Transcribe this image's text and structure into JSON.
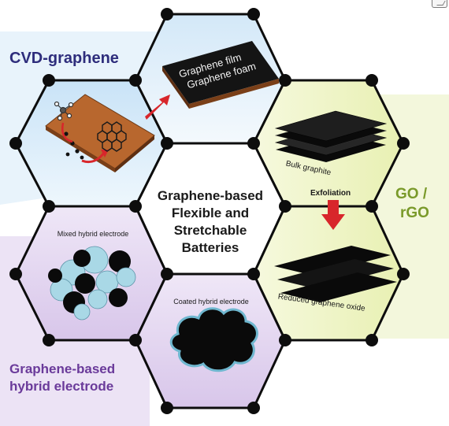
{
  "labels": {
    "cvd": "CVD-graphene",
    "go_line1": "GO /",
    "go_line2": "rGO",
    "hybrid_line1": "Graphene-based",
    "hybrid_line2": "hybrid electrode",
    "center_line1": "Graphene-based",
    "center_line2": "Flexible and",
    "center_line3": "Stretchable",
    "center_line4": "Batteries",
    "film_line1": "Graphene film",
    "film_line2": "Graphene foam",
    "bulk_graphite": "Bulk graphite",
    "exfoliation": "Exfoliation",
    "reduced_go": "Reduced graphene oxide",
    "mixed_hybrid": "Mixed hybrid electrode",
    "coated_hybrid": "Coated hybrid electrode"
  },
  "colors": {
    "cvd_label": "#2e2d7c",
    "go_label": "#7a9a2a",
    "hybrid_label": "#6a3a9a",
    "arrow_red": "#d8262b",
    "node": "#0d0d0d",
    "copper": "#b8672e",
    "cvd_fill": "#d9ecfa",
    "go_fill": "#f0f5c6",
    "hybrid_fill": "#e6dcf1",
    "particle_blue": "#a9d8e6"
  },
  "icons": [
    "expand-icon",
    "red-arrow-icon",
    "methane-molecule-icon",
    "graphene-lattice-icon"
  ]
}
